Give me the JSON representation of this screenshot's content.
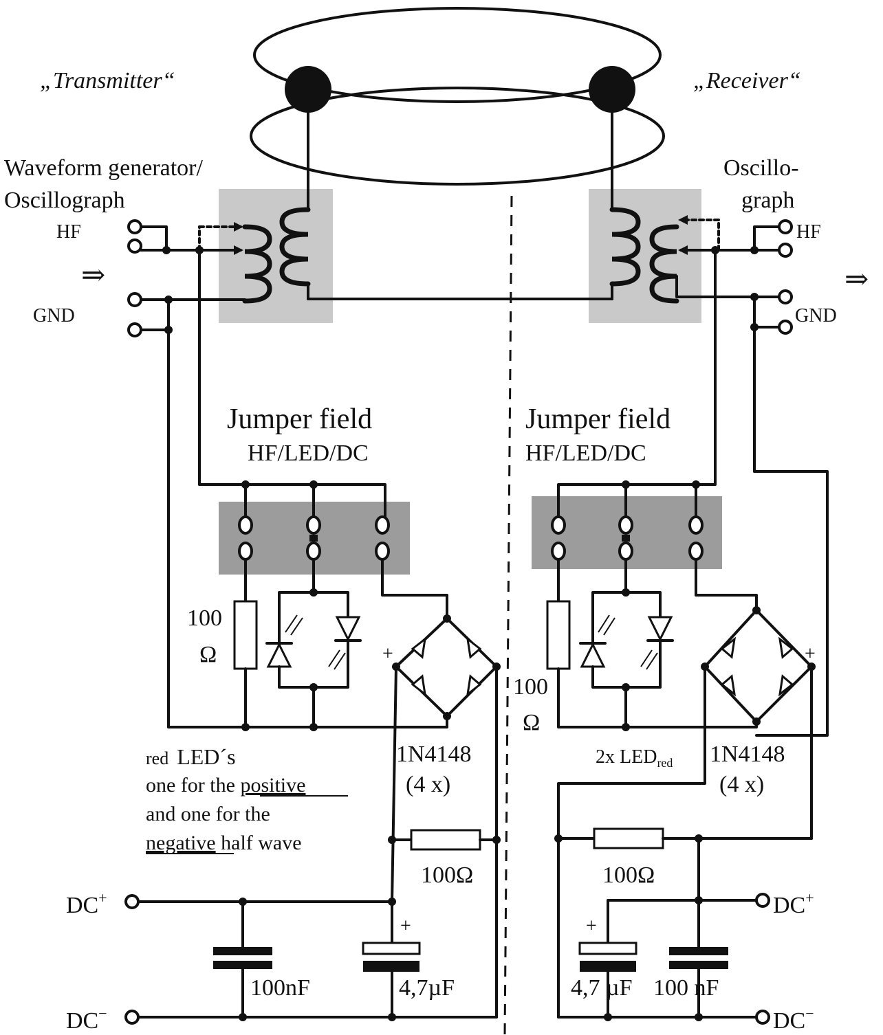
{
  "labels": {
    "transmitter": "„Transmitter“",
    "receiver": "„Receiver“",
    "waveform_generator_line1": "Waveform generator/",
    "waveform_generator_line2": "Oscillograph",
    "oscillograph_line1": "Oscillo-",
    "oscillograph_line2": "graph",
    "hf_left": "HF",
    "gnd_left": "GND",
    "hf_right": "HF",
    "gnd_right": "GND",
    "arrow_left": "⇒",
    "arrow_right": "⇒",
    "jumper_left_title": "Jumper field",
    "jumper_left_sub": "HF/LED/DC",
    "jumper_right_title": "Jumper field",
    "jumper_right_sub": "HF/LED/DC",
    "res_left_value": "100",
    "res_left_unit": "Ω",
    "res_right_value": "100",
    "res_right_unit": "Ω",
    "led_note_red": "red",
    "led_note_leds": "LED´s",
    "led_note_line2_pre": "one for the ",
    "led_note_line2_ul": "positive",
    "led_note_line3": "and one for the",
    "led_note_line4_ul": "negative",
    "led_note_line4_post": " half wave",
    "led_right_count": "2x LED",
    "led_right_sub": "red",
    "diode_left_type": "1N4148",
    "diode_left_count": "(4 x)",
    "diode_right_type": "1N4148",
    "diode_right_count": "(4 x)",
    "bridge_plus_left": "+",
    "bridge_plus_right": "+",
    "filter_res_left": "100Ω",
    "filter_res_right": "100Ω",
    "dc_plus_left_base": "DC",
    "dc_plus_left_sup": "+",
    "dc_minus_left_base": "DC",
    "dc_minus_left_sup": "−",
    "dc_plus_right_base": "DC",
    "dc_plus_right_sup": "+",
    "dc_minus_right_base": "DC",
    "dc_minus_right_sup": "−",
    "cap_left_small": "100nF",
    "cap_left_elko": "4,7µF",
    "cap_left_elko_plus": "+",
    "cap_right_elko": "4,7 µF",
    "cap_right_small": "100 nF",
    "cap_right_elko_plus": "+"
  }
}
